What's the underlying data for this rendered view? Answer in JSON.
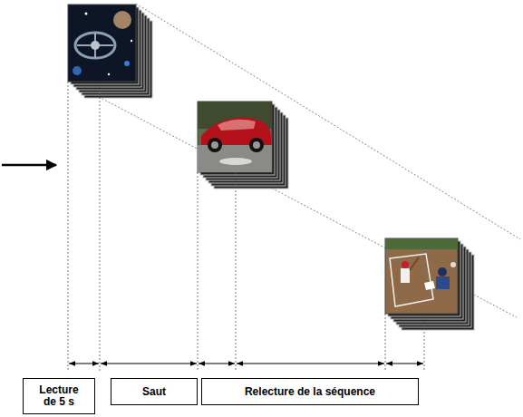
{
  "diagram": {
    "nodes": [
      {
        "text": [
          "Lecture de 5 s"
        ]
      },
      {
        "text": [
          "Saut"
        ]
      },
      {
        "text": [
          "Relecture de la séquence"
        ]
      }
    ]
  }
}
